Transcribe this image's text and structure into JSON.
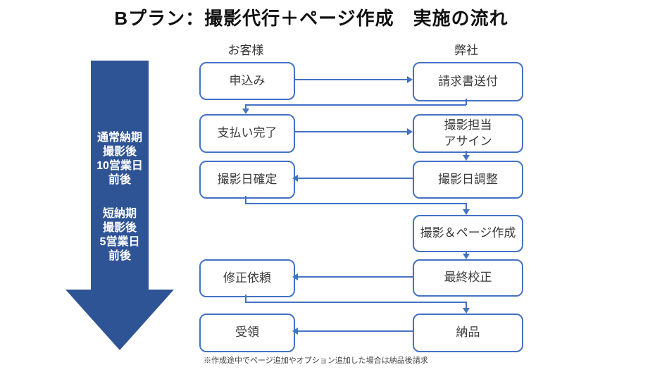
{
  "title": "Bプラン：撮影代行＋ページ作成　実施の流れ",
  "columns": {
    "customer": "お客様",
    "company": "弊社"
  },
  "timeline": {
    "normal": "通常納期\n撮影後\n10営業日\n前後",
    "short": "短納期\n撮影後\n5営業日\n前後"
  },
  "steps": {
    "apply": "申込み",
    "invoice": "請求書送付",
    "payment": "支払い完了",
    "assign": "撮影担当\nアサイン",
    "date_fixed": "撮影日確定",
    "date_adjust": "撮影日調整",
    "shoot_create": "撮影＆ページ作成",
    "revision": "修正依頼",
    "proof": "最終校正",
    "receive": "受領",
    "delivery": "納品"
  },
  "footnote": "※作成途中でページ追加やオプション追加した場合は納品後請求",
  "colors": {
    "big_arrow": "#2F5496",
    "box_border": "#4472C4",
    "connector": "#4472C4"
  }
}
